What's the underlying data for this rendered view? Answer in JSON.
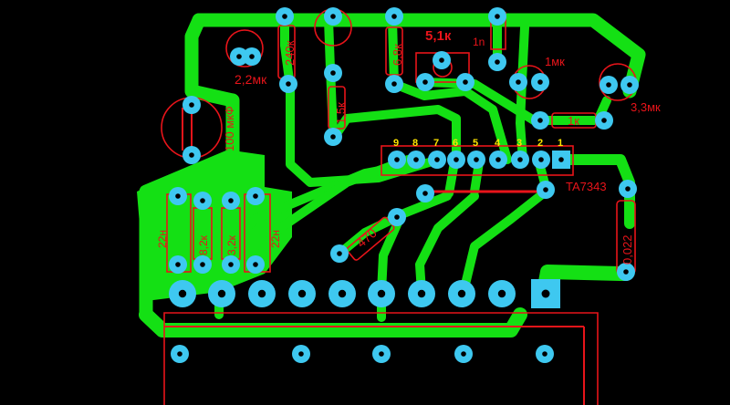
{
  "board": {
    "colors": {
      "background": "#000000",
      "copper": "#14e014",
      "pad": "#3ec8f0",
      "silkscreen": "#e8141a",
      "pin_numbers": "#ffe600"
    },
    "labels": {
      "c_2_2": "2,2мк",
      "r_240k": "240к",
      "r_6_8k": "6,8к",
      "pot_5_1k": "5,1к",
      "c_1n": "1n",
      "c_1mk": "1мк",
      "c_3_3mk": "3,3мк",
      "r_1k": "1к",
      "r_1_5k": "1,5к",
      "c_100mkf": "100 мкФ",
      "ic": "TA7343",
      "c_0_022": "0,022",
      "r_470": "470",
      "c_22n_left": "22н",
      "r_8_2k": "8,2к",
      "r_3_2k": "3,2к",
      "c_22n_right": "22н"
    },
    "ic_pins": [
      "9",
      "8",
      "7",
      "6",
      "5",
      "4",
      "3",
      "2",
      "1"
    ]
  }
}
